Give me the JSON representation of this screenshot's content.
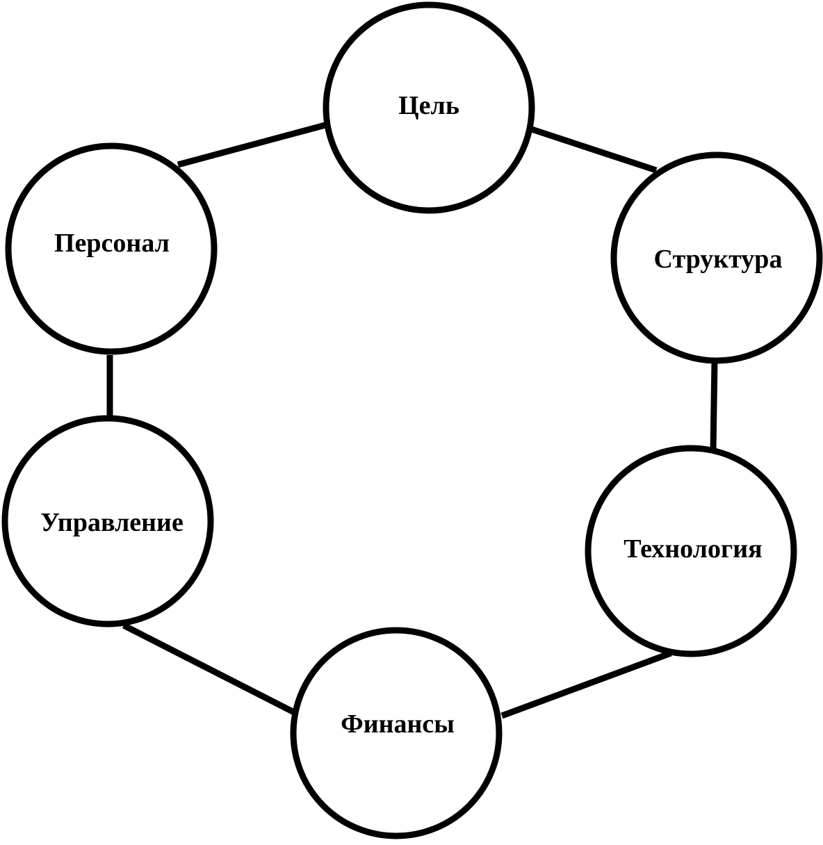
{
  "diagram": {
    "nodes": [
      {
        "id": "goal",
        "label": "Цель"
      },
      {
        "id": "structure",
        "label": "Структура"
      },
      {
        "id": "technology",
        "label": "Технология"
      },
      {
        "id": "finance",
        "label": "Финансы"
      },
      {
        "id": "management",
        "label": "Управление"
      },
      {
        "id": "personnel",
        "label": "Персонал"
      }
    ],
    "edges": [
      [
        "goal",
        "structure"
      ],
      [
        "structure",
        "technology"
      ],
      [
        "technology",
        "finance"
      ],
      [
        "finance",
        "management"
      ],
      [
        "management",
        "personnel"
      ],
      [
        "personnel",
        "goal"
      ]
    ],
    "colors": {
      "stroke": "#000000",
      "fill": "#ffffff",
      "text": "#000000"
    }
  }
}
